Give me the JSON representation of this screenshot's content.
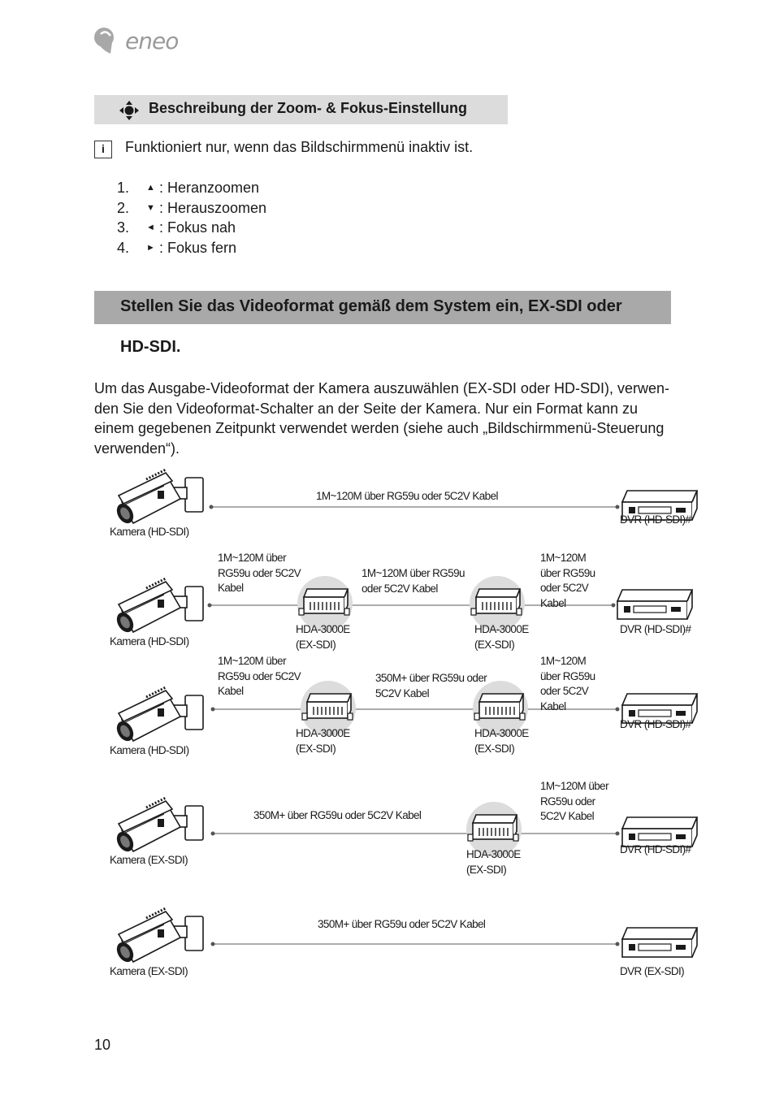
{
  "header": {
    "logo_text": "eneo"
  },
  "zoom_section": {
    "title": "Beschreibung der Zoom- & Fokus-Einstellung",
    "icon": "four-way-arrows-icon",
    "info_icon": "i",
    "info_text": "Funktioniert nur, wenn das Bildschirmmenü inaktiv ist.",
    "items": [
      {
        "num": "1.",
        "arrow": "▲",
        "text": ": Heranzoomen"
      },
      {
        "num": "2.",
        "arrow": "▼",
        "text": ": Herauszoomen"
      },
      {
        "num": "3.",
        "arrow": "◄",
        "text": ": Fokus nah"
      },
      {
        "num": "4.",
        "arrow": "►",
        "text": ": Fokus fern"
      }
    ]
  },
  "format_section": {
    "title_line1": "Stellen Sie das Videoformat gemäß dem System ein, EX-SDI oder",
    "title_line2": "HD-SDI.",
    "paragraph_lines": [
      "Um das Ausgabe-Videoformat der Kamera auszuwählen (EX-SDI oder HD-SDI), verwen-",
      "den Sie den Videoformat-Schalter an der Seite der Kamera. Nur ein Format kann zu",
      "einem gegebenen Zeitpunkt verwendet werden (siehe auch „Bildschirmmenü-Steuerung",
      "verwenden“)."
    ]
  },
  "diagram": {
    "rows": [
      {
        "camera": "Kamera (HD-SDI)",
        "dvr": "DVR (HD-SDI)#",
        "cable": "1M~120M über RG59u oder 5C2V Kabel"
      },
      {
        "camera": "Kamera (HD-SDI)",
        "dvr": "DVR (HD-SDI)#",
        "cable_left": "1M~120M über\nRG59u oder 5C2V\nKabel",
        "cable_mid": "1M~120M über RG59u\noder 5C2V Kabel",
        "cable_right": "1M~120M\nüber RG59u\noder 5C2V\nKabel",
        "device_left": "HDA-3000E\n(EX-SDI)",
        "device_right": "HDA-3000E\n(EX-SDI)"
      },
      {
        "camera": "Kamera (HD-SDI)",
        "dvr": "DVR (HD-SDI)#",
        "cable_left": "1M~120M über\nRG59u oder 5C2V\nKabel",
        "cable_mid": "350M+ über RG59u oder\n5C2V Kabel",
        "cable_right": "1M~120M\nüber RG59u\noder 5C2V\nKabel",
        "device_left": "HDA-3000E\n(EX-SDI)",
        "device_right": "HDA-3000E\n(EX-SDI)"
      },
      {
        "camera": "Kamera (EX-SDI)",
        "dvr": "DVR (HD-SDI)#",
        "cable_left": "350M+ über RG59u oder 5C2V Kabel",
        "cable_right": "1M~120M über\nRG59u oder\n5C2V Kabel",
        "device": "HDA-3000E\n(EX-SDI)"
      },
      {
        "camera": "Kamera (EX-SDI)",
        "dvr": "DVR (EX-SDI)",
        "cable": "350M+ über RG59u oder 5C2V Kabel"
      }
    ]
  },
  "footer": {
    "page_number": "10"
  }
}
